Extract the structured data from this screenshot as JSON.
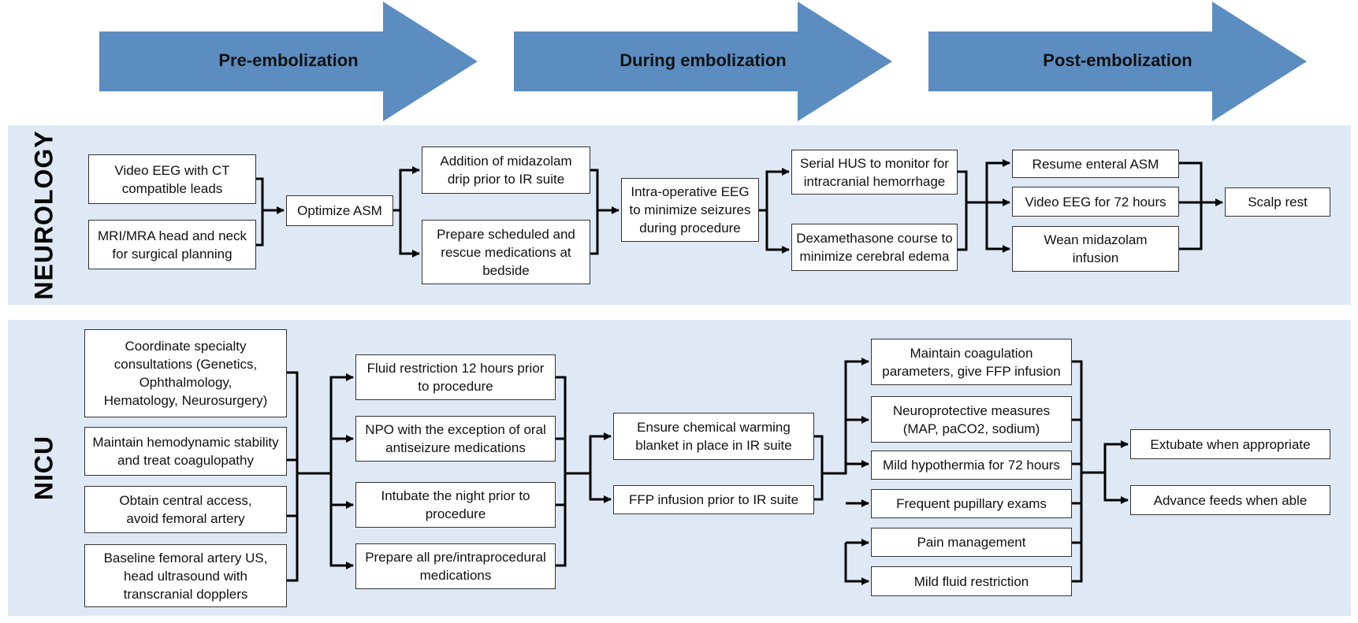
{
  "phases": {
    "pre": "Pre-embolization",
    "during": "During embolization",
    "post": "Post-embolization"
  },
  "rows": {
    "neurology": "NEUROLOGY",
    "nicu": "NICU"
  },
  "neurology": {
    "video_eeg": "Video EEG with CT\ncompatible leads",
    "mri": "MRI/MRA head and neck\nfor surgical planning",
    "optimize_asm": "Optimize ASM",
    "midazolam_drip": "Addition of midazolam\ndrip prior to IR suite",
    "prepare_meds": "Prepare scheduled and\nrescue medications at\nbedside",
    "intraop_eeg": "Intra-operative EEG\nto minimize seizures\nduring procedure",
    "serial_hus": "Serial HUS to monitor for\nintracranial hemorrhage",
    "dexamethasone": "Dexamethasone course to\nminimize cerebral edema",
    "resume_asm": "Resume enteral ASM",
    "video_eeg_72": "Video EEG for 72 hours",
    "wean_midazolam": "Wean midazolam\ninfusion",
    "scalp_rest": "Scalp rest"
  },
  "nicu": {
    "coordinate": "Coordinate specialty\nconsultations (Genetics,\nOphthalmology,\nHematology, Neurosurgery)",
    "hemodynamic": "Maintain hemodynamic stability\nand treat coagulopathy",
    "central_access": "Obtain central access,\navoid femoral artery",
    "baseline_us": "Baseline femoral artery US,\nhead ultrasound with\ntranscranial dopplers",
    "fluid_restriction": "Fluid restriction 12 hours prior\nto procedure",
    "npo": "NPO with the exception of oral\nantiseizure medications",
    "intubate": "Intubate the night prior to\nprocedure",
    "prepare_all": "Prepare all pre/intraprocedural\nmedications",
    "warming_blanket": "Ensure chemical warming\nblanket in place in IR suite",
    "ffp_prior": "FFP infusion prior to IR suite",
    "coagulation": "Maintain coagulation\nparameters, give FFP infusion",
    "neuroprotective": "Neuroprotective measures\n(MAP, paCO2, sodium)",
    "hypothermia": "Mild hypothermia for 72 hours",
    "pupillary": "Frequent pupillary exams",
    "pain": "Pain management",
    "mild_fluid": "Mild fluid restriction",
    "extubate": "Extubate when appropriate",
    "advance_feeds": "Advance feeds when able"
  },
  "colors": {
    "arrow": "#5b8dc0",
    "band": "#dfe9f5",
    "line": "#000000"
  }
}
